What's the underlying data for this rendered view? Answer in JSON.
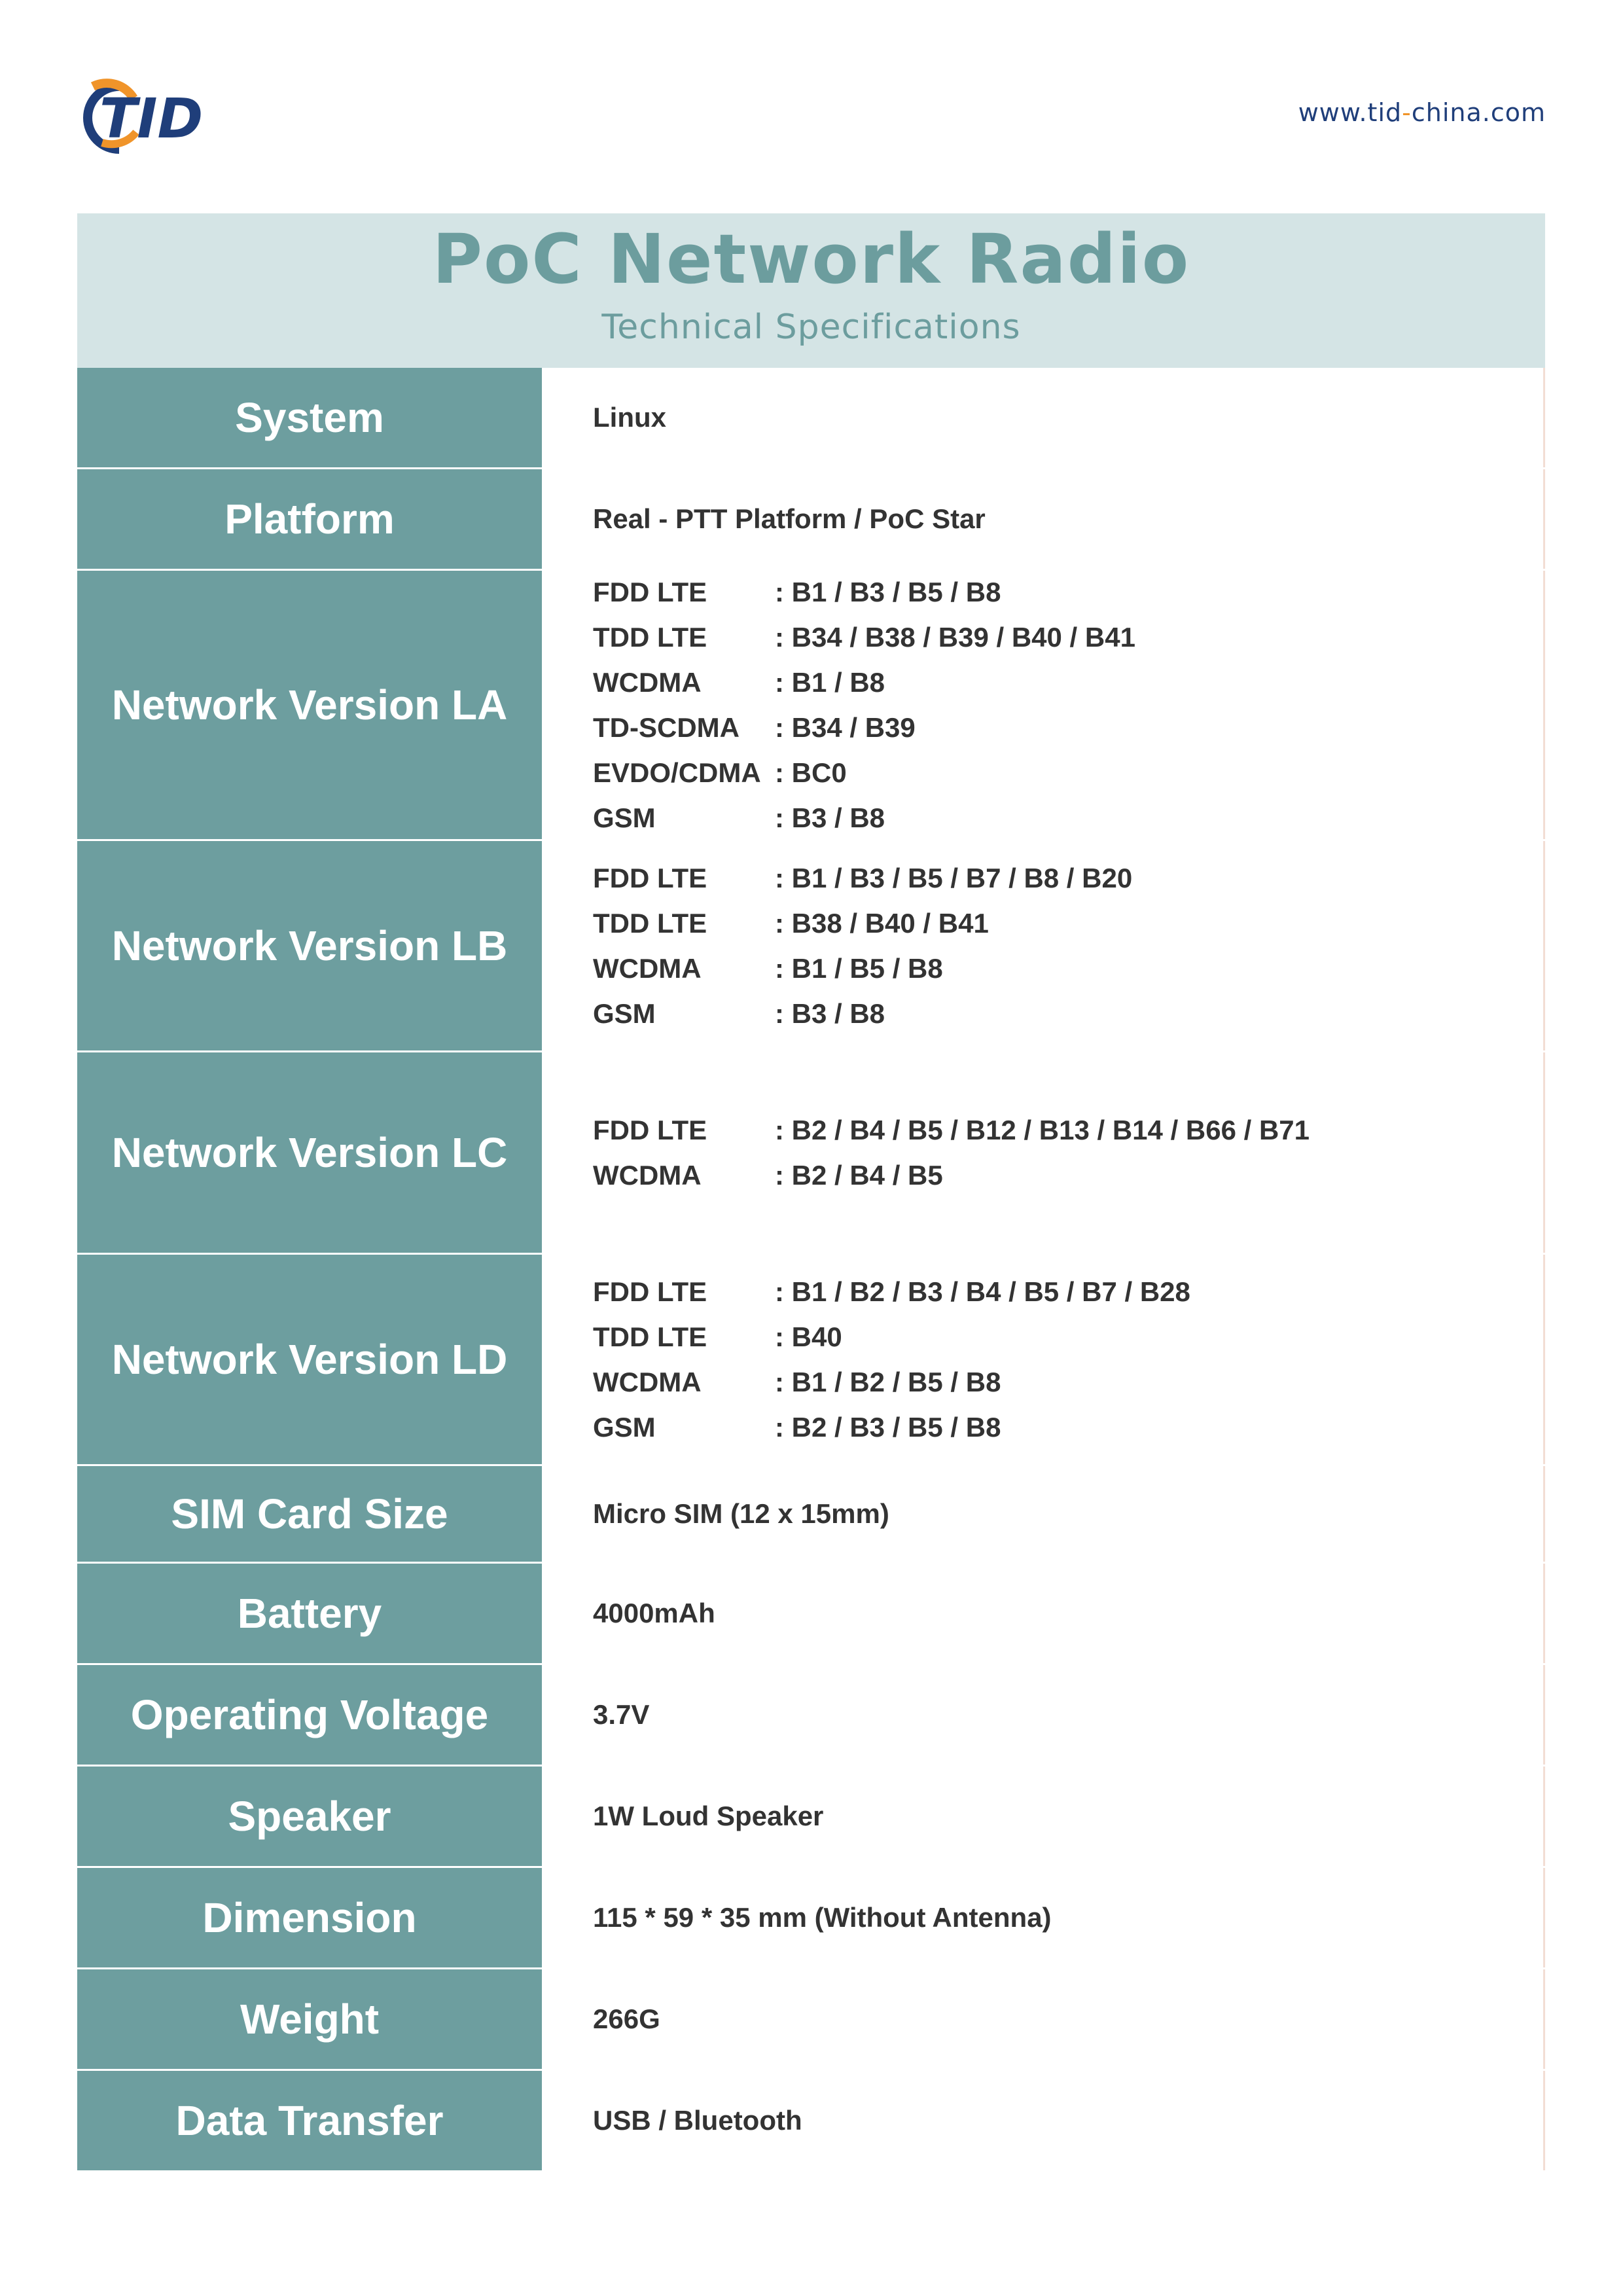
{
  "brand": {
    "logo_text": "TID",
    "website_prefix": "www.tid",
    "website_dash": "-",
    "website_suffix": "china.com",
    "colors": {
      "navy": "#1f3e7a",
      "orange": "#f0942a"
    }
  },
  "header": {
    "title": "PoC Network Radio",
    "subtitle": "Technical Specifications"
  },
  "colors": {
    "header_bg": "#d4e4e5",
    "label_bg": "#6d9e9f",
    "title_text": "#6c9d9e",
    "value_text": "#333333"
  },
  "specs": [
    {
      "label": "System",
      "value": "Linux"
    },
    {
      "label": "Platform",
      "value": "Real - PTT Platform / PoC Star"
    },
    {
      "label": "Network Version LA",
      "bands": [
        {
          "tech": "FDD LTE",
          "value": ": B1 / B3 / B5 / B8"
        },
        {
          "tech": "TDD LTE",
          "value": ": B34 / B38 / B39 / B40 / B41"
        },
        {
          "tech": "WCDMA",
          "value": ": B1 / B8"
        },
        {
          "tech": "TD-SCDMA",
          "value": ": B34 / B39"
        },
        {
          "tech": "EVDO/CDMA",
          "value": ": BC0"
        },
        {
          "tech": "GSM",
          "value": ": B3 / B8"
        }
      ]
    },
    {
      "label": "Network Version LB",
      "bands": [
        {
          "tech": "FDD LTE",
          "value": ": B1 / B3 / B5 / B7 / B8 / B20"
        },
        {
          "tech": "TDD LTE",
          "value": ": B38 / B40 / B41"
        },
        {
          "tech": "WCDMA",
          "value": ": B1 / B5 / B8"
        },
        {
          "tech": "GSM",
          "value": ": B3 / B8"
        }
      ]
    },
    {
      "label": "Network Version LC",
      "bands": [
        {
          "tech": "FDD LTE",
          "value": ": B2 / B4 / B5 / B12 / B13 / B14 / B66 / B71"
        },
        {
          "tech": "WCDMA",
          "value": ": B2 / B4 / B5"
        }
      ]
    },
    {
      "label": "Network Version LD",
      "bands": [
        {
          "tech": "FDD LTE",
          "value": ": B1 / B2 / B3 / B4 / B5 / B7 / B28"
        },
        {
          "tech": "TDD LTE",
          "value": ": B40"
        },
        {
          "tech": "WCDMA",
          "value": ": B1 / B2 / B5 / B8"
        },
        {
          "tech": "GSM",
          "value": ": B2 / B3 / B5 / B8"
        }
      ]
    },
    {
      "label": "SIM Card Size",
      "value": "Micro SIM (12 x 15mm)"
    },
    {
      "label": "Battery",
      "value": "4000mAh"
    },
    {
      "label": "Operating Voltage",
      "value": "3.7V"
    },
    {
      "label": "Speaker",
      "value": "1W Loud Speaker"
    },
    {
      "label": "Dimension",
      "value": "115 * 59 * 35 mm (Without Antenna)"
    },
    {
      "label": "Weight",
      "value": "266G"
    },
    {
      "label": "Data Transfer",
      "value": "USB / Bluetooth"
    }
  ]
}
